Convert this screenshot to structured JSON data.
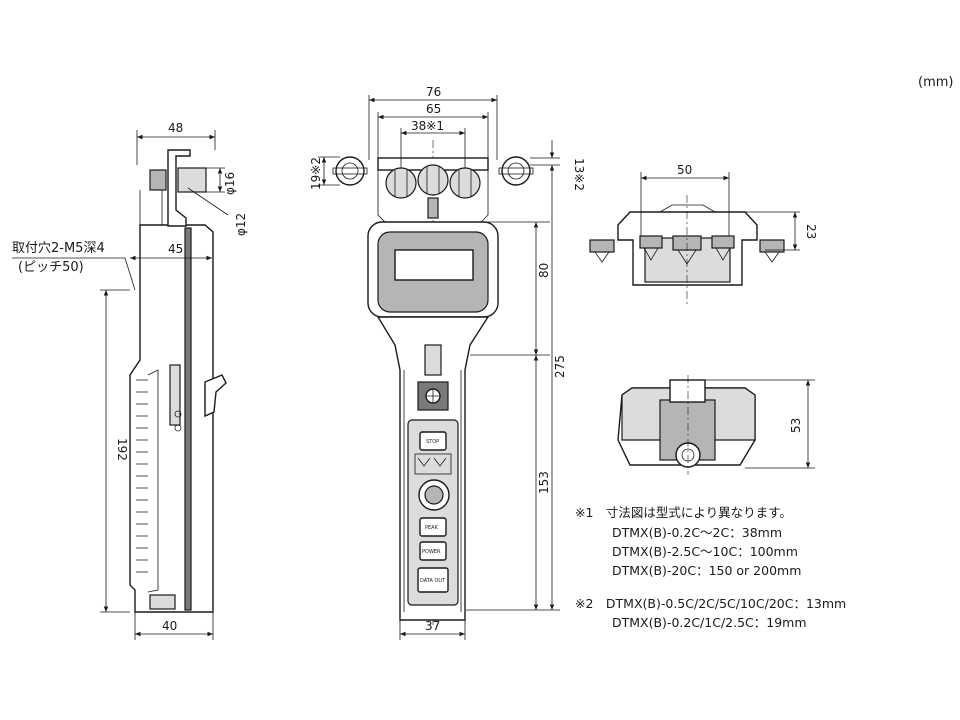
{
  "unit_label": "(mm)",
  "side_view": {
    "dim_top": "48",
    "dim_d16": "φ16",
    "dim_d12": "φ12",
    "dim_45": "45",
    "mount_hole": "取付穴2-M5深4",
    "pitch": "(ピッチ50)",
    "dim_192": "192",
    "dim_bottom": "40"
  },
  "front_view": {
    "dim_76": "76",
    "dim_65": "65",
    "dim_38": "38※1",
    "dim_19": "19※2",
    "dim_13": "13※2",
    "dim_80": "80",
    "dim_275": "275",
    "dim_153": "153",
    "dim_37": "37",
    "btn_stop": "STOP",
    "btn_peak": "PEAK",
    "btn_power": "POWER",
    "btn_data": "DATA OUT"
  },
  "top_view": {
    "dim_50": "50",
    "dim_23": "23"
  },
  "bottom_view": {
    "dim_53": "53"
  },
  "notes": {
    "n1_title": "※1　寸法図は型式により異なります。",
    "n1_l1": "DTMX(B)-0.2C～2C：38mm",
    "n1_l2": "DTMX(B)-2.5C～10C：100mm",
    "n1_l3": "DTMX(B)-20C：150 or 200mm",
    "n2_l1": "※2　DTMX(B)-0.5C/2C/5C/10C/20C：13mm",
    "n2_l2": "DTMX(B)-0.2C/1C/2.5C：19mm"
  }
}
